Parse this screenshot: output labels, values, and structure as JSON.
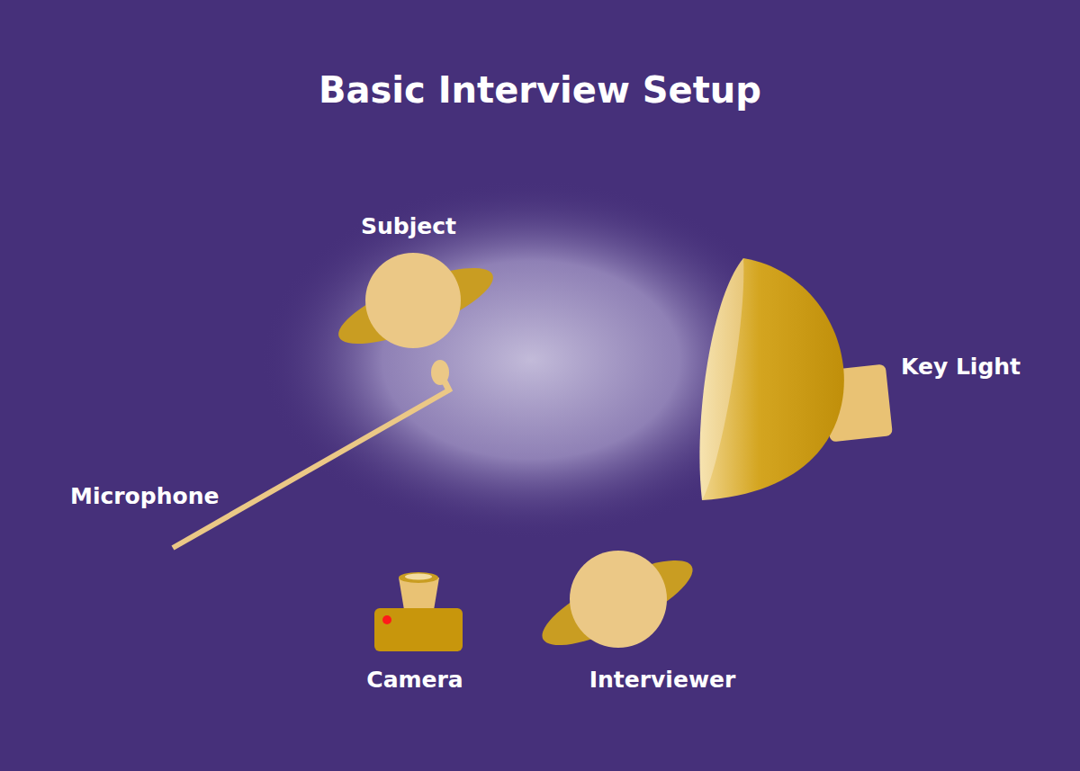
{
  "diagram": {
    "title": "Basic Interview Setup",
    "labels": [
      "Subject",
      "Microphone",
      "Key Light",
      "Camera",
      "Interviewer"
    ]
  }
}
